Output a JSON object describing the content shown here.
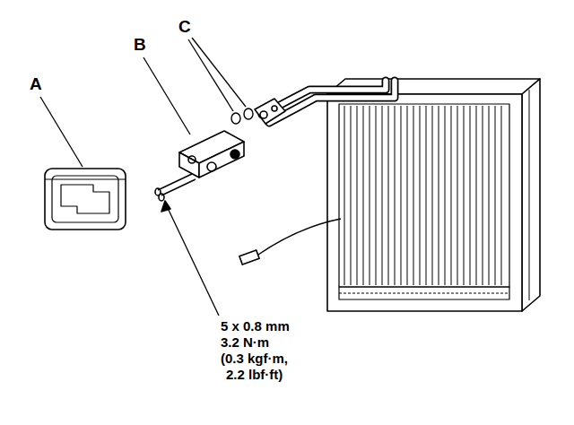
{
  "diagram": {
    "labels": [
      "A",
      "B",
      "C",
      "5 x 0.8 mm",
      "3.2 N·m",
      "(0.3 kgf·m,",
      "2.2 lbf·ft)"
    ]
  }
}
